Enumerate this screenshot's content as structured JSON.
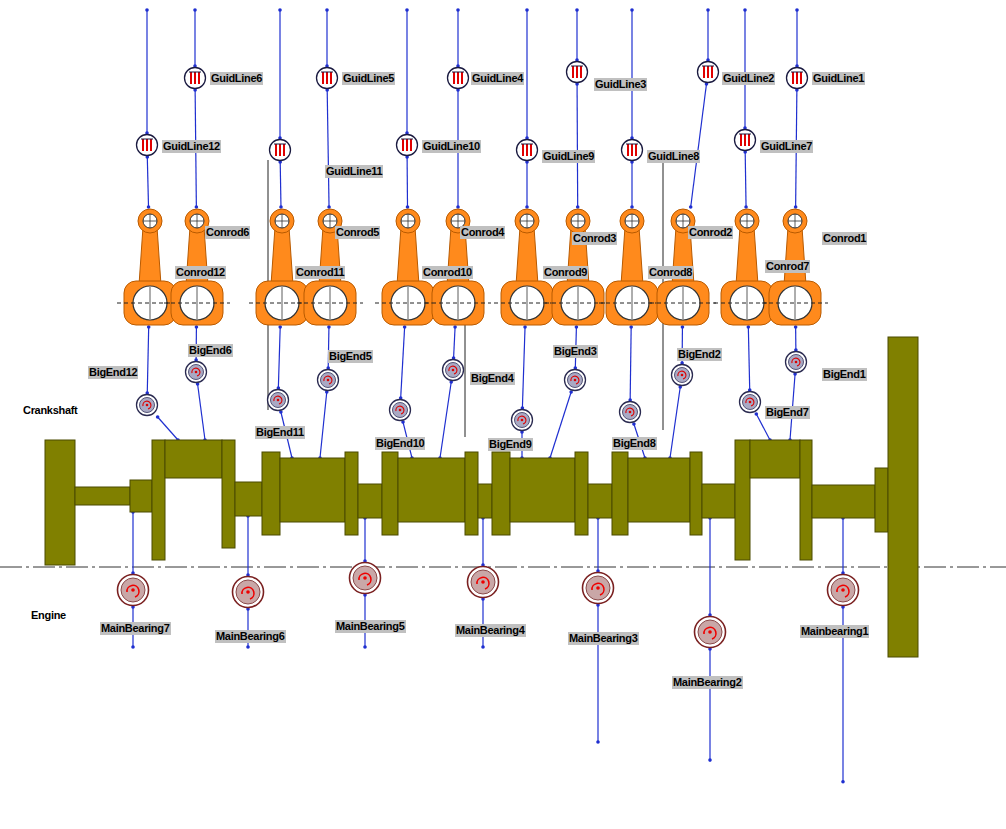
{
  "diagram": {
    "nodes": [
      {
        "text": [
          "Engine"
        ]
      },
      {
        "text": [
          "GuidLine6"
        ],
        "in": 0
      },
      {
        "text": [
          "GuidLine5"
        ],
        "in": 0
      },
      {
        "text": [
          "GuidLine4"
        ],
        "in": 0
      },
      {
        "text": [
          "GuidLine3"
        ],
        "in": 0
      },
      {
        "text": [
          "GuidLine2"
        ],
        "in": 0
      },
      {
        "text": [
          "GuidLine1"
        ],
        "in": 0
      },
      {
        "text": [
          "GuidLine12"
        ],
        "in": 0
      },
      {
        "text": [
          "GuidLine11"
        ],
        "in": 0
      },
      {
        "text": [
          "GuidLine10"
        ],
        "in": 0
      },
      {
        "text": [
          "GuidLine9"
        ],
        "in": 0
      },
      {
        "text": [
          "GuidLine8"
        ],
        "in": 0
      },
      {
        "text": [
          "GuidLine7"
        ],
        "in": 0
      },
      {
        "text": [
          "Conrod12"
        ],
        "in": 0
      },
      {
        "text": [
          "Conrod6"
        ],
        "in": 0
      },
      {
        "text": [
          "Conrod11"
        ],
        "in": 0
      },
      {
        "text": [
          "Conrod5"
        ],
        "in": 0
      },
      {
        "text": [
          "Conrod10"
        ],
        "in": 0
      },
      {
        "text": [
          "Conrod4"
        ],
        "in": 0
      },
      {
        "text": [
          "Conrod9"
        ],
        "in": 0
      },
      {
        "text": [
          "Conrod3"
        ],
        "in": 0
      },
      {
        "text": [
          "Conrod8"
        ],
        "in": 0
      },
      {
        "text": [
          "Conrod2"
        ],
        "in": 0
      },
      {
        "text": [
          "Conrod7"
        ],
        "in": 0
      },
      {
        "text": [
          "Conrod1"
        ],
        "in": 0
      },
      {
        "text": [
          "BigEnd12"
        ],
        "in": 0
      },
      {
        "text": [
          "BigEnd6"
        ],
        "in": 0
      },
      {
        "text": [
          "BigEnd11"
        ],
        "in": 0
      },
      {
        "text": [
          "BigEnd5"
        ],
        "in": 0
      },
      {
        "text": [
          "BigEnd10"
        ],
        "in": 0
      },
      {
        "text": [
          "BigEnd4"
        ],
        "in": 0
      },
      {
        "text": [
          "BigEnd9"
        ],
        "in": 0
      },
      {
        "text": [
          "BigEnd3"
        ],
        "in": 0
      },
      {
        "text": [
          "BigEnd8"
        ],
        "in": 0
      },
      {
        "text": [
          "BigEnd2"
        ],
        "in": 0
      },
      {
        "text": [
          "BigEnd7"
        ],
        "in": 0
      },
      {
        "text": [
          "BigEnd1"
        ],
        "in": 0
      },
      {
        "text": [
          "Crankshaft"
        ]
      },
      {
        "text": [
          "MainBearing7"
        ],
        "in": 0
      },
      {
        "text": [
          "MainBearing6"
        ],
        "in": 0
      },
      {
        "text": [
          "MainBearing5"
        ],
        "in": 0
      },
      {
        "text": [
          "MainBearing4"
        ],
        "in": 0
      },
      {
        "text": [
          "MainBearing3"
        ],
        "in": 0
      },
      {
        "text": [
          "MainBearing2"
        ],
        "in": 0
      },
      {
        "text": [
          "Mainbearing1"
        ],
        "in": 0
      }
    ],
    "edges": [
      {
        "from": 0,
        "to": 6,
        "arrow": "none"
      },
      {
        "from": 6,
        "to": 24,
        "arrow": "none"
      },
      {
        "from": 24,
        "to": 36,
        "arrow": "none"
      },
      {
        "from": 36,
        "to": 37,
        "arrow": "none"
      },
      {
        "from": 0,
        "to": 5,
        "arrow": "none"
      },
      {
        "from": 5,
        "to": 22,
        "arrow": "none"
      },
      {
        "from": 22,
        "to": 34,
        "arrow": "none"
      },
      {
        "from": 34,
        "to": 37,
        "arrow": "none"
      },
      {
        "from": 0,
        "to": 4,
        "arrow": "none"
      },
      {
        "from": 4,
        "to": 20,
        "arrow": "none"
      },
      {
        "from": 20,
        "to": 32,
        "arrow": "none"
      },
      {
        "from": 32,
        "to": 37,
        "arrow": "none"
      },
      {
        "from": 0,
        "to": 3,
        "arrow": "none"
      },
      {
        "from": 3,
        "to": 18,
        "arrow": "none"
      },
      {
        "from": 18,
        "to": 30,
        "arrow": "none"
      },
      {
        "from": 30,
        "to": 37,
        "arrow": "none"
      },
      {
        "from": 0,
        "to": 2,
        "arrow": "none"
      },
      {
        "from": 2,
        "to": 16,
        "arrow": "none"
      },
      {
        "from": 16,
        "to": 28,
        "arrow": "none"
      },
      {
        "from": 28,
        "to": 37,
        "arrow": "none"
      },
      {
        "from": 0,
        "to": 1,
        "arrow": "none"
      },
      {
        "from": 1,
        "to": 14,
        "arrow": "none"
      },
      {
        "from": 14,
        "to": 26,
        "arrow": "none"
      },
      {
        "from": 26,
        "to": 37,
        "arrow": "none"
      },
      {
        "from": 0,
        "to": 12,
        "arrow": "none"
      },
      {
        "from": 12,
        "to": 23,
        "arrow": "none"
      },
      {
        "from": 23,
        "to": 35,
        "arrow": "none"
      },
      {
        "from": 35,
        "to": 37,
        "arrow": "none"
      },
      {
        "from": 0,
        "to": 11,
        "arrow": "none"
      },
      {
        "from": 11,
        "to": 21,
        "arrow": "none"
      },
      {
        "from": 21,
        "to": 33,
        "arrow": "none"
      },
      {
        "from": 33,
        "to": 37,
        "arrow": "none"
      },
      {
        "from": 0,
        "to": 10,
        "arrow": "none"
      },
      {
        "from": 10,
        "to": 19,
        "arrow": "none"
      },
      {
        "from": 19,
        "to": 31,
        "arrow": "none"
      },
      {
        "from": 31,
        "to": 37,
        "arrow": "none"
      },
      {
        "from": 0,
        "to": 9,
        "arrow": "none"
      },
      {
        "from": 9,
        "to": 17,
        "arrow": "none"
      },
      {
        "from": 17,
        "to": 29,
        "arrow": "none"
      },
      {
        "from": 29,
        "to": 37,
        "arrow": "none"
      },
      {
        "from": 0,
        "to": 8,
        "arrow": "none"
      },
      {
        "from": 8,
        "to": 15,
        "arrow": "none"
      },
      {
        "from": 15,
        "to": 27,
        "arrow": "none"
      },
      {
        "from": 27,
        "to": 37,
        "arrow": "none"
      },
      {
        "from": 0,
        "to": 7,
        "arrow": "none"
      },
      {
        "from": 7,
        "to": 13,
        "arrow": "none"
      },
      {
        "from": 13,
        "to": 25,
        "arrow": "none"
      },
      {
        "from": 25,
        "to": 37,
        "arrow": "none"
      },
      {
        "from": 37,
        "to": 38,
        "arrow": "none"
      },
      {
        "from": 38,
        "to": 0,
        "arrow": "none"
      },
      {
        "from": 37,
        "to": 39,
        "arrow": "none"
      },
      {
        "from": 39,
        "to": 0,
        "arrow": "none"
      },
      {
        "from": 37,
        "to": 40,
        "arrow": "none"
      },
      {
        "from": 40,
        "to": 0,
        "arrow": "none"
      },
      {
        "from": 37,
        "to": 41,
        "arrow": "none"
      },
      {
        "from": 41,
        "to": 0,
        "arrow": "none"
      },
      {
        "from": 37,
        "to": 42,
        "arrow": "none"
      },
      {
        "from": 42,
        "to": 0,
        "arrow": "none"
      },
      {
        "from": 37,
        "to": 43,
        "arrow": "none"
      },
      {
        "from": 43,
        "to": 0,
        "arrow": "none"
      },
      {
        "from": 37,
        "to": 44,
        "arrow": "none"
      },
      {
        "from": 44,
        "to": 0,
        "arrow": "none"
      }
    ]
  }
}
